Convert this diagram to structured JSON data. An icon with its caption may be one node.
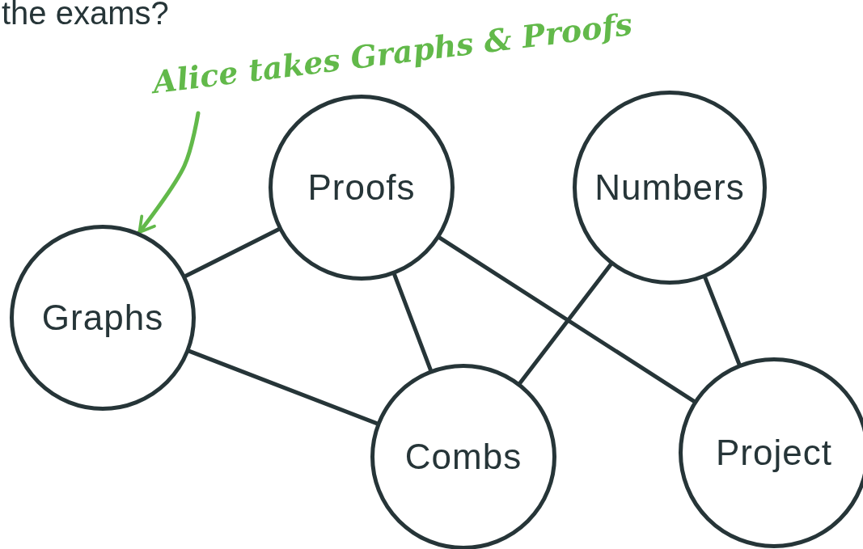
{
  "diagram": {
    "nodes": [
      {
        "text": [
          "Alice takes Graphs & Proofs"
        ]
      },
      {
        "text": [
          "Proofs"
        ]
      },
      {
        "text": [
          "Numbers"
        ]
      },
      {
        "text": [
          "Graphs"
        ]
      },
      {
        "text": [
          "Combs"
        ]
      },
      {
        "text": [
          "Project"
        ]
      }
    ],
    "edges": [
      {
        "from": 0,
        "to": 3,
        "arrow": "to",
        "color": "#62b94a"
      },
      {
        "from": 3,
        "to": 1,
        "arrow": "none"
      },
      {
        "from": 3,
        "to": 4,
        "arrow": "none"
      },
      {
        "from": 1,
        "to": 4,
        "arrow": "none"
      },
      {
        "from": 1,
        "to": 5,
        "arrow": "none"
      },
      {
        "from": 2,
        "to": 4,
        "arrow": "none"
      },
      {
        "from": 2,
        "to": 5,
        "arrow": "none"
      }
    ],
    "labels": [
      "the exams?"
    ]
  }
}
